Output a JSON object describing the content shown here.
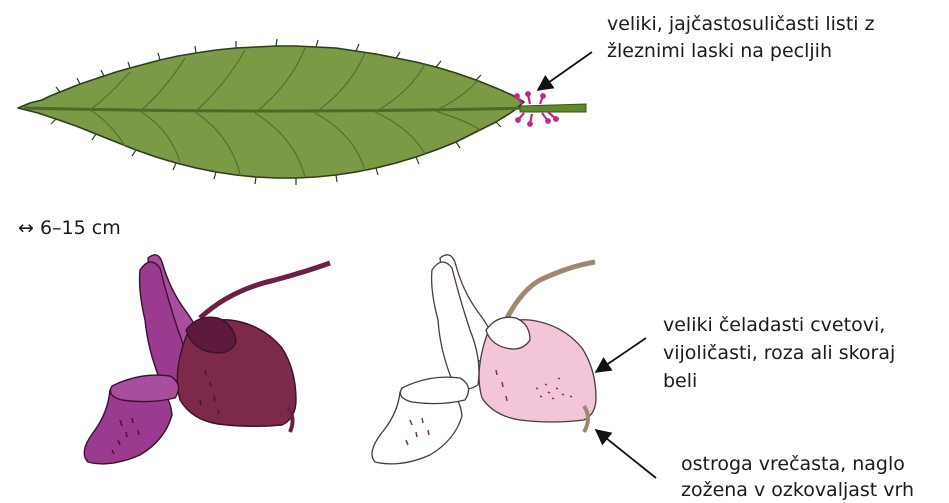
{
  "labels": {
    "leaf_line1": "veliki,  jajčastosuličasti listi z",
    "leaf_line2": "žleznimi laski na pecljih",
    "size": "↔ 6–15 cm",
    "flower_line1": "veliki čeladasti cvetovi,",
    "flower_line2": "vijoličasti, roza ali skoraj",
    "flower_line3": "beli",
    "spur_line1": "ostroga vrečasta, naglo",
    "spur_line2": "zožena v ozkovaljast vrh"
  },
  "colors": {
    "leaf": "#7a9a45",
    "leaf_dark": "#5b7a2e",
    "gland": "#c0268a",
    "flower_purple": "#9b3b8f",
    "flower_dark": "#6a1f45",
    "flower_white": "#ffffff",
    "flower_pink": "#f2c6d8",
    "stem_brown": "#a08770"
  }
}
